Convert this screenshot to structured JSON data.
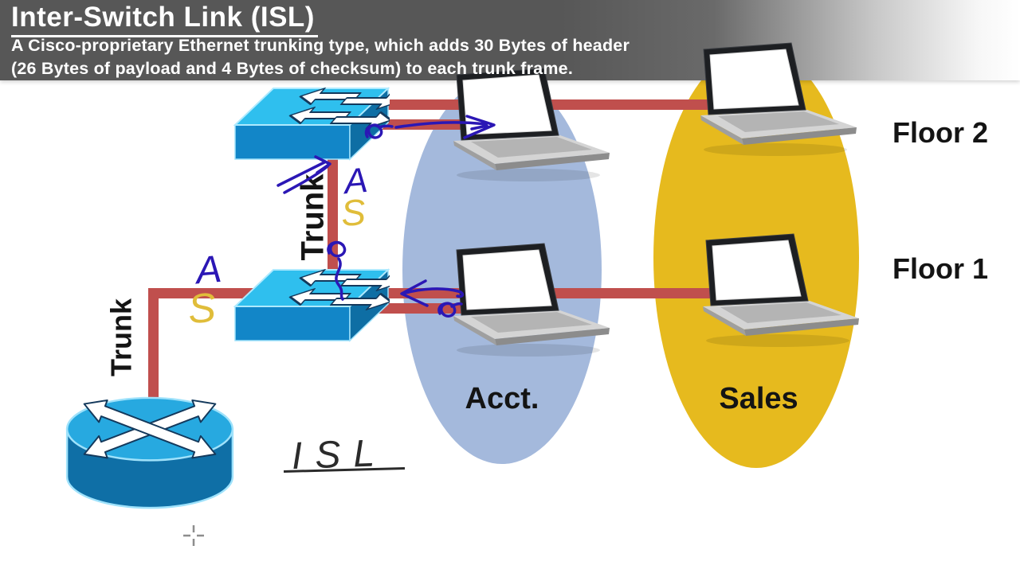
{
  "header": {
    "title": "Inter-Switch Link (ISL)",
    "subtitle_line1": "A Cisco-proprietary Ethernet trunking type, which adds 30 Bytes of header",
    "subtitle_line2": "(26 Bytes of payload and 4 Bytes of checksum) to each trunk frame."
  },
  "zones": {
    "acct_label": "Acct.",
    "sales_label": "Sales"
  },
  "floors": {
    "floor2_label": "Floor 2",
    "floor1_label": "Floor 1"
  },
  "links": {
    "trunk_label_switch_link": "Trunk",
    "trunk_label_router_link": "Trunk"
  },
  "annotations": {
    "handwritten_isl": "ISL",
    "vlan_a_top": "A",
    "vlan_s_top": "S",
    "vlan_a_left": "A",
    "vlan_s_left": "S"
  },
  "devices": [
    {
      "id": "switch-floor2",
      "type": "switch"
    },
    {
      "id": "switch-floor1",
      "type": "switch"
    },
    {
      "id": "router",
      "type": "router"
    },
    {
      "id": "laptop-acct-floor2",
      "type": "laptop",
      "zone": "Acct.",
      "floor": "Floor 2"
    },
    {
      "id": "laptop-sales-floor2",
      "type": "laptop",
      "zone": "Sales",
      "floor": "Floor 2"
    },
    {
      "id": "laptop-acct-floor1",
      "type": "laptop",
      "zone": "Acct.",
      "floor": "Floor 1"
    },
    {
      "id": "laptop-sales-floor1",
      "type": "laptop",
      "zone": "Sales",
      "floor": "Floor 1"
    }
  ],
  "colors": {
    "header_bg": "#575757",
    "header_text": "#ffffff",
    "link": "#c04f4d",
    "acct_ellipse": "#a4b9dc",
    "sales_ellipse": "#e6ba1e",
    "device_top": "#2fbfee",
    "device_front": "#1286c8",
    "device_side": "#0e6ea4",
    "router_top": "#27a9e0",
    "router_body": "#0f6fa6",
    "ink_blue": "#2b17b5",
    "ink_yellow": "#e0bd3a",
    "ink_black": "#2b2b2b"
  }
}
